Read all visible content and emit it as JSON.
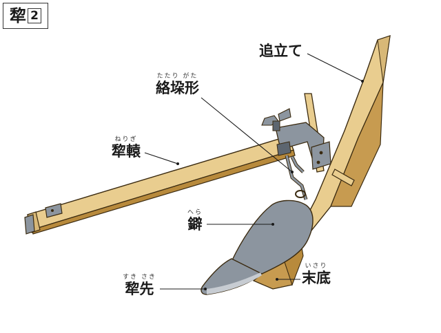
{
  "title": {
    "main": "犂",
    "number": "2"
  },
  "labels": {
    "oitate": {
      "text": "追立て"
    },
    "tatarigata": {
      "text": "絡垜形",
      "ruby": "たたり がた"
    },
    "nerigi": {
      "text": "犂轅",
      "ruby": "ねりぎ"
    },
    "hera": {
      "text": "鐴",
      "ruby": "へら"
    },
    "sukisaki": {
      "text": "犂先",
      "ruby": "すき さき"
    },
    "isari": {
      "text": "末底",
      "ruby": "いさり"
    }
  },
  "colors": {
    "wood": "#e9cd8f",
    "wood_dark": "#b88a3c",
    "outline": "#3a2a10",
    "metal": "#8c959f",
    "metal_dark": "#5d6670",
    "metal_light": "#c7ccd2"
  }
}
